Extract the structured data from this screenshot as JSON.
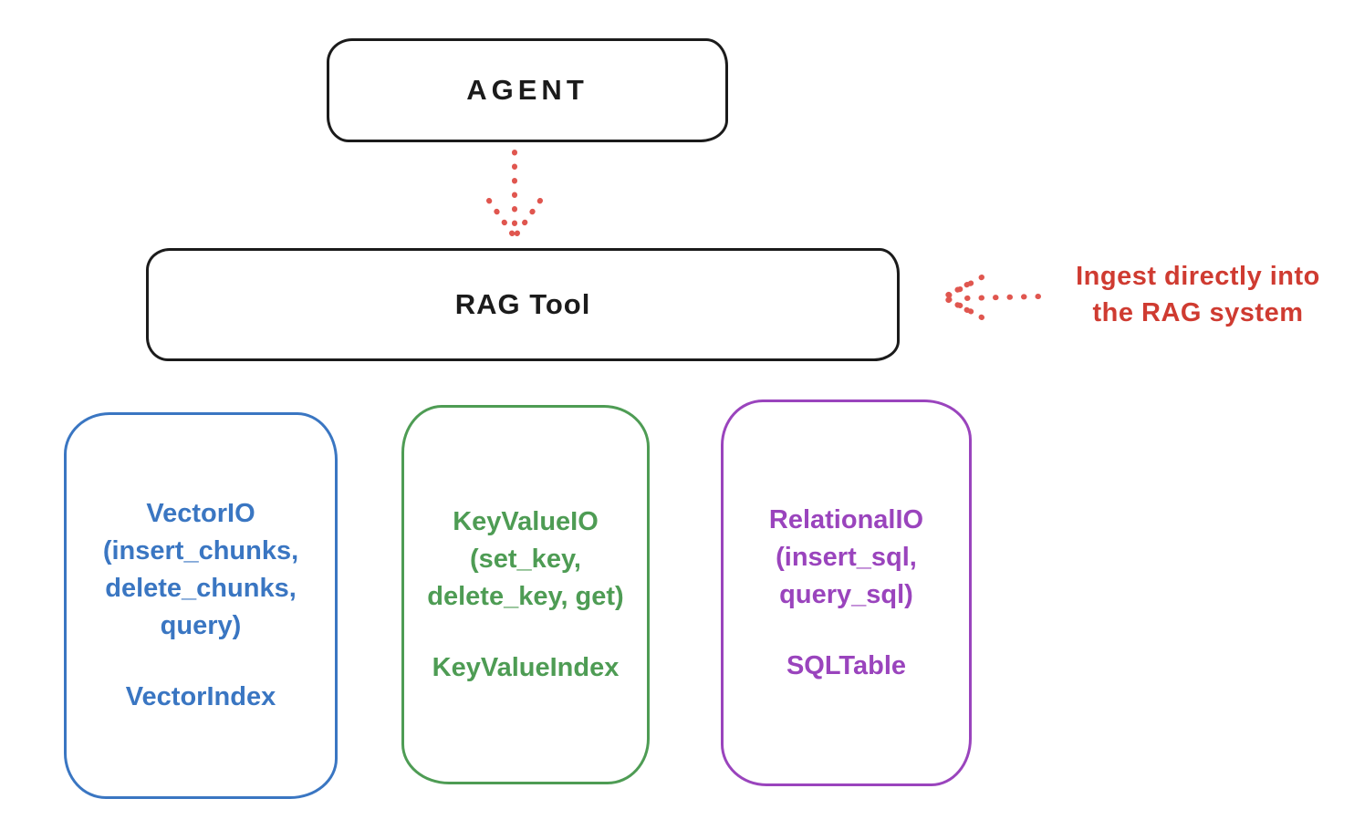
{
  "agent_box": {
    "label": "AGENT"
  },
  "rag_tool_box": {
    "label": "RAG Tool"
  },
  "annotation": {
    "line1": "Ingest directly into",
    "line2": "the RAG system"
  },
  "arrows": {
    "agent_to_rag": "dotted-down-arrow",
    "annotation_to_rag": "dotted-left-arrow"
  },
  "colors": {
    "ink": "#1b1b1b",
    "red_text": "#cf3b31",
    "red_arrow": "#e0564f",
    "blue": "#3a76c2",
    "green": "#4e9c54",
    "purple": "#9a44bd",
    "background": "#ffffff"
  },
  "io_boxes": [
    {
      "id": "vector",
      "color": "#3a76c2",
      "lines": [
        "VectorIO",
        "(insert_chunks,",
        "delete_chunks,",
        "query)"
      ],
      "index_label": "VectorIndex"
    },
    {
      "id": "keyvalue",
      "color": "#4e9c54",
      "lines": [
        "KeyValueIO",
        "(set_key,",
        "delete_key, get)"
      ],
      "index_label": "KeyValueIndex"
    },
    {
      "id": "relational",
      "color": "#9a44bd",
      "lines": [
        "RelationalIO",
        "(insert_sql,",
        "query_sql)"
      ],
      "index_label": "SQLTable"
    }
  ]
}
